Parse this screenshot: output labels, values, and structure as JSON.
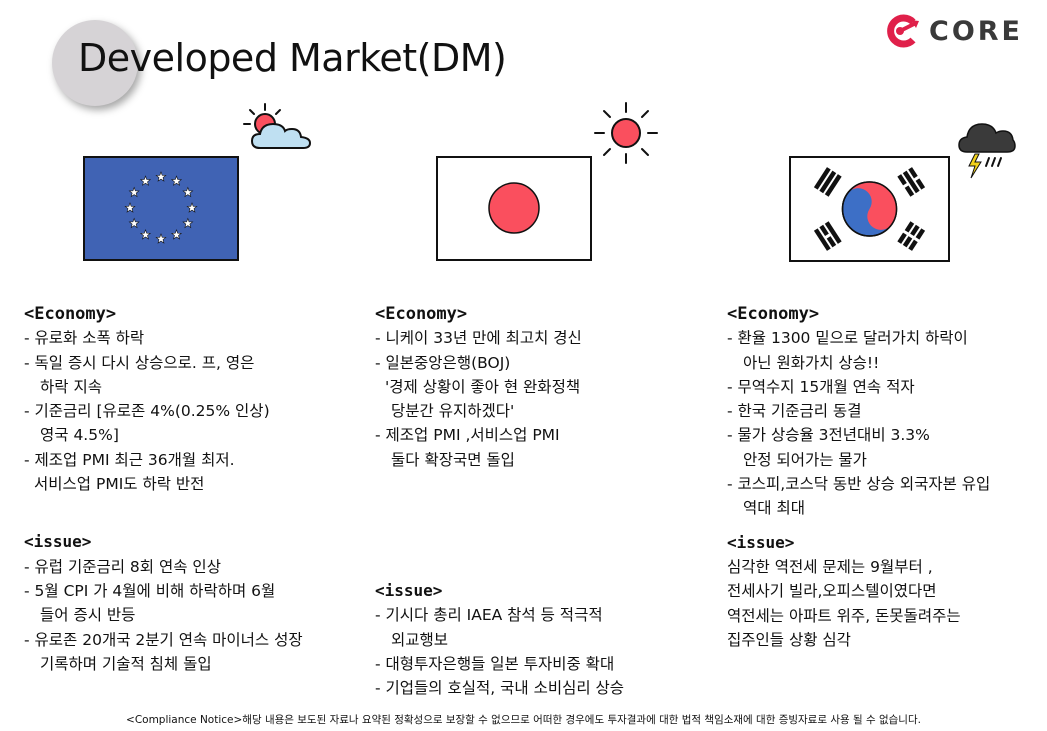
{
  "header": {
    "title": "Developed Market(DM)",
    "logo_text": "CORE",
    "logo_color": "#e0204a"
  },
  "columns": [
    {
      "flag": "eu-flag",
      "weather": "sun-behind-cloud-icon",
      "economy_heading": "<Economy>",
      "economy_lines": [
        "- 유로화 소폭 하락",
        "- 독일 증시 다시 상승으로. 프, 영은",
        "하락 지속",
        "- 기준금리 [유로존 4%(0.25% 인상)",
        "영국 4.5%]",
        "- 제조업 PMI 최근 36개월 최저.",
        "서비스업 PMI도 하락 반전"
      ],
      "issue_heading": "<issue>",
      "issue_lines": [
        "- 유럽 기준금리 8회 연속 인상",
        "- 5월 CPI 가 4월에 비해 하락하며 6월",
        "들어 증시 반등",
        "- 유로존 20개국 2분기 연속 마이너스 성장",
        "기록하며 기술적 침체 돌입"
      ]
    },
    {
      "flag": "japan-flag",
      "weather": "sun-icon",
      "economy_heading": "<Economy>",
      "economy_lines": [
        "- 니케이 33년 만에 최고치 경신",
        "- 일본중앙은행(BOJ)",
        "'경제 상황이 좋아 현 완화정책",
        "당분간 유지하겠다'",
        "- 제조업 PMI ,서비스업 PMI",
        "둘다 확장국면 돌입"
      ],
      "issue_heading": "<issue>",
      "issue_lines": [
        "- 기시다 총리 IAEA 참석 등 적극적",
        "외교행보",
        "- 대형투자은행들 일본 투자비중 확대",
        "- 기업들의 호실적, 국내 소비심리 상승"
      ]
    },
    {
      "flag": "korea-flag",
      "weather": "thunder-cloud-icon",
      "economy_heading": "<Economy>",
      "economy_lines": [
        "- 환율 1300 밑으로 달러가치 하락이",
        "아닌 원화가치 상승!!",
        "- 무역수지 15개월 연속 적자",
        "- 한국 기준금리 동결",
        "- 물가 상승율 3전년대비 3.3%",
        "안정 되어가는 물가",
        "- 코스피,코스닥 동반 상승 외국자본 유입",
        "역대 최대"
      ],
      "issue_heading": "<issue>",
      "issue_lines": [
        "심각한 역전세 문제는 9월부터 ,",
        "전세사기 빌라,오피스텔이였다면",
        "역전세는 아파트 위주, 돈못돌려주는",
        "집주인들 상황 심각"
      ]
    }
  ],
  "footer": {
    "notice": "<Compliance Notice>해당 내용은 보도된 자료나 요약된 정확성으로 보장할 수 없으므로 어떠한 경우에도 투자결과에 대한 법적 책임소재에 대한 증빙자료로 사용 될 수 없습니다."
  }
}
